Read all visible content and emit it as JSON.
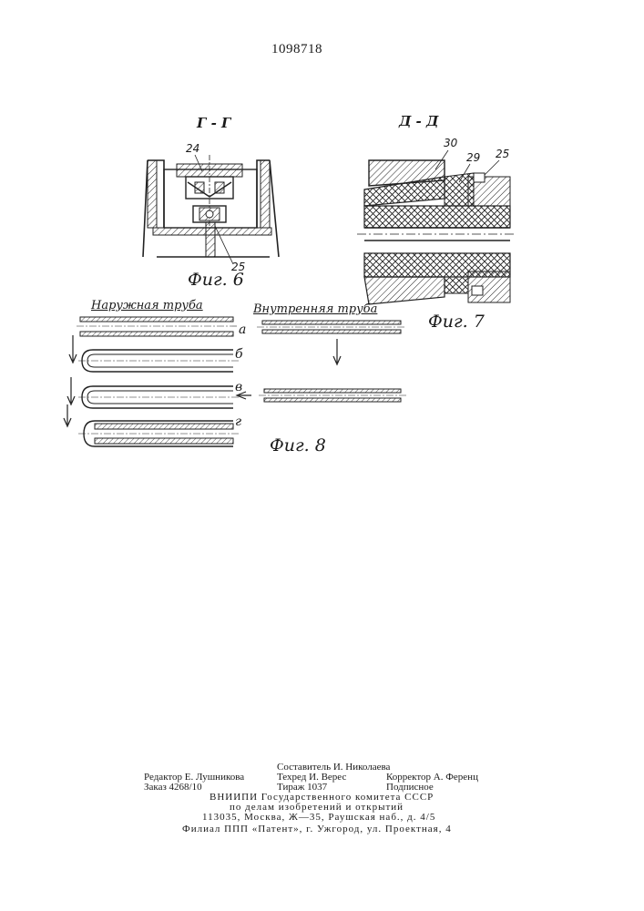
{
  "patent_number": "1098718",
  "figure6": {
    "section_label": "Г - Г",
    "callout_top": "24",
    "callout_bottom": "25",
    "caption": "Фиг. 6"
  },
  "figure7": {
    "section_label": "Д - Д",
    "callout_30": "30",
    "callout_29": "29",
    "callout_25": "25",
    "caption": "Фиг. 7"
  },
  "figure8": {
    "outer_tube_label": "Наружная труба",
    "inner_tube_label": "Внутренняя труба",
    "step_a": "а",
    "step_b": "б",
    "step_v": "в",
    "step_g": "г",
    "caption": "Фиг. 8"
  },
  "imprint": {
    "compiler": "Составитель И. Николаева",
    "editor": "Редактор Е. Лушникова",
    "techred": "Техред И. Верес",
    "corrector": "Корректор А. Ференц",
    "order": "Заказ 4268/10",
    "circulation": "Тираж 1037",
    "subscription": "Подписное",
    "org_line1": "ВНИИПИ Государственного комитета СССР",
    "org_line2": "по делам изобретений и открытий",
    "org_address": "113035, Москва, Ж—35, Раушская наб., д. 4/5",
    "branch": "Филиал ППП «Патент», г. Ужгород, ул. Проектная, 4"
  }
}
